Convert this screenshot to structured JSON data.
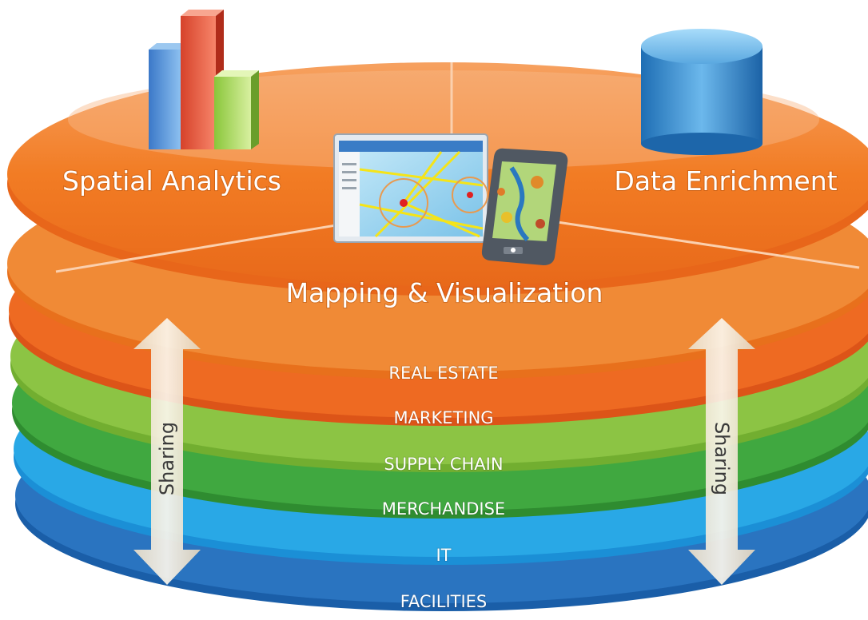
{
  "diagram": {
    "top_labels": {
      "spatial_analytics": "Spatial Analytics",
      "data_enrichment": "Data Enrichment",
      "mapping_visualization": "Mapping & Visualization"
    },
    "layers": [
      {
        "label": "REAL ESTATE",
        "color": "#e8631a"
      },
      {
        "label": "MARKETING",
        "color": "#7fba3a"
      },
      {
        "label": "SUPPLY CHAIN",
        "color": "#3c9a3c"
      },
      {
        "label": "MERCHANDISE",
        "color": "#1fa2e0"
      },
      {
        "label": "IT",
        "color": "#1f72c4"
      },
      {
        "label": "FACILITIES",
        "color": "#1a5ea8"
      }
    ],
    "sharing_left": "Sharing",
    "sharing_right": "Sharing",
    "icons": {
      "bar_chart": "bar-chart-icon",
      "database": "database-cylinder-icon",
      "monitor": "monitor-map-icon",
      "mobile": "mobile-map-icon"
    },
    "colors": {
      "top_disc": "#f07a1e",
      "arrows": "#f3ead8"
    }
  }
}
